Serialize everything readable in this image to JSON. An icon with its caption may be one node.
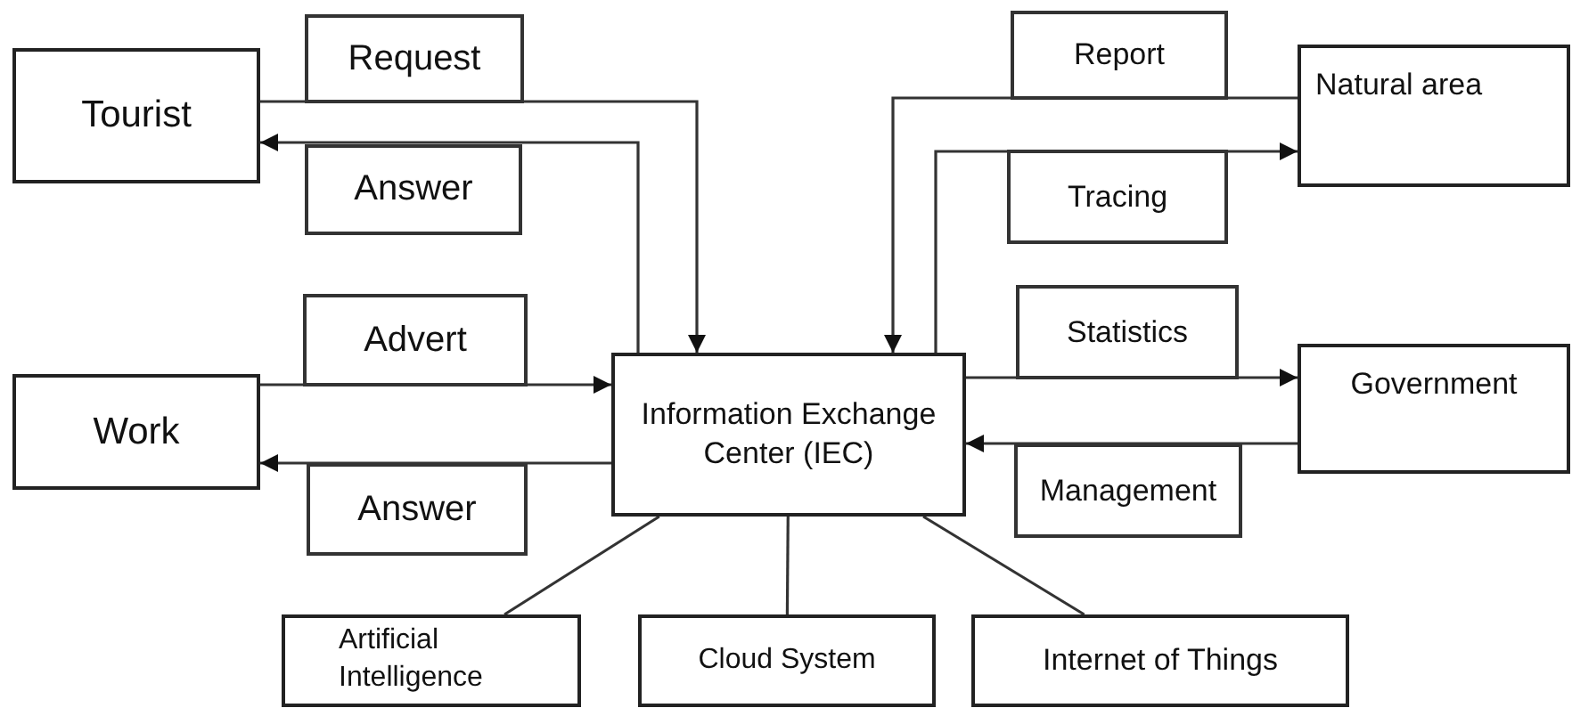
{
  "diagram": {
    "nodes": [
      {
        "text": [
          "Tourist"
        ]
      },
      {
        "text": [
          "Work"
        ]
      },
      {
        "text": [
          "Information Exchange Center (IEC)"
        ]
      },
      {
        "text": [
          "Natural area"
        ]
      },
      {
        "text": [
          "Government"
        ]
      },
      {
        "text": [
          "Artificial Intelligence"
        ]
      },
      {
        "text": [
          "Cloud System"
        ]
      },
      {
        "text": [
          "Internet of Things"
        ]
      }
    ],
    "edges": [
      {
        "from": 0,
        "to": 2,
        "arrow": "to",
        "label": "Request"
      },
      {
        "from": 2,
        "to": 0,
        "arrow": "to",
        "label": "Answer"
      },
      {
        "from": 1,
        "to": 2,
        "arrow": "to",
        "label": "Advert"
      },
      {
        "from": 2,
        "to": 1,
        "arrow": "to",
        "label": "Answer"
      },
      {
        "from": 3,
        "to": 2,
        "arrow": "to",
        "label": "Report"
      },
      {
        "from": 2,
        "to": 3,
        "arrow": "to",
        "label": "Tracing"
      },
      {
        "from": 2,
        "to": 4,
        "arrow": "to",
        "label": "Statistics"
      },
      {
        "from": 4,
        "to": 2,
        "arrow": "to",
        "label": "Management"
      },
      {
        "from": 2,
        "to": 5,
        "arrow": "none"
      },
      {
        "from": 2,
        "to": 6,
        "arrow": "none"
      },
      {
        "from": 2,
        "to": 7,
        "arrow": "none"
      }
    ]
  }
}
